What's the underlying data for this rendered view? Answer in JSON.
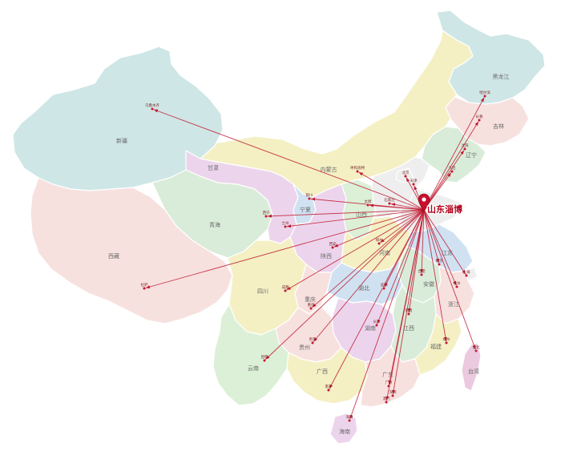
{
  "origin": {
    "id": "zibo",
    "label": "山东淄博"
  },
  "colors": {
    "route": "#c0182f",
    "city_dot": "#c0182f",
    "marker": "#c8102e",
    "border": "#ffffff",
    "yellow": "#f4f0c4",
    "teal": "#cfe6e6",
    "pink": "#f7e1df",
    "green": "#d9ecd9",
    "lavender": "#ecd5ec",
    "blue": "#d0e2f2",
    "mint": "#dcefd7",
    "taiwan": "#ebc9df"
  },
  "provinces": [
    {
      "id": "heilongjiang",
      "label": "黑龙江",
      "color": "teal"
    },
    {
      "id": "jilin",
      "label": "吉林",
      "color": "pink"
    },
    {
      "id": "liaoning",
      "label": "辽宁",
      "color": "green"
    },
    {
      "id": "xinjiang",
      "label": "新疆",
      "color": "teal"
    },
    {
      "id": "xizang",
      "label": "西藏",
      "color": "pink"
    },
    {
      "id": "gansu",
      "label": "甘肃",
      "color": "lavender"
    },
    {
      "id": "qinghai",
      "label": "青海",
      "color": "green"
    },
    {
      "id": "neimenggu",
      "label": "内蒙古",
      "color": "yellow"
    },
    {
      "id": "ningxia",
      "label": "宁夏",
      "color": "blue"
    },
    {
      "id": "shanxi",
      "label": "山西",
      "color": "mint"
    },
    {
      "id": "shaanxi",
      "label": "陕西",
      "color": "lavender"
    },
    {
      "id": "henan",
      "label": "河南",
      "color": "yellow"
    },
    {
      "id": "hubei",
      "label": "湖北",
      "color": "blue"
    },
    {
      "id": "anhui",
      "label": "安徽",
      "color": "green"
    },
    {
      "id": "jiangsu",
      "label": "江苏",
      "color": "blue"
    },
    {
      "id": "sichuan",
      "label": "四川",
      "color": "yellow"
    },
    {
      "id": "chongqing",
      "label": "重庆",
      "color": "pink"
    },
    {
      "id": "hunan",
      "label": "湖南",
      "color": "lavender"
    },
    {
      "id": "jiangxi",
      "label": "江西",
      "color": "green"
    },
    {
      "id": "zhejiang",
      "label": "浙江",
      "color": "pink"
    },
    {
      "id": "fujian",
      "label": "福建",
      "color": "yellow"
    },
    {
      "id": "yunnan",
      "label": "云南",
      "color": "mint"
    },
    {
      "id": "guizhou",
      "label": "贵州",
      "color": "pink"
    },
    {
      "id": "guangxi",
      "label": "广西",
      "color": "yellow"
    },
    {
      "id": "guangdong",
      "label": "广东",
      "color": "pink"
    },
    {
      "id": "hainan",
      "label": "海南",
      "color": "lavender"
    },
    {
      "id": "taiwan",
      "label": "台湾",
      "color": "taiwan"
    }
  ],
  "cities": [
    {
      "id": "haerbin",
      "label": "哈尔滨"
    },
    {
      "id": "changchun",
      "label": "长春"
    },
    {
      "id": "shenyang",
      "label": "沈阳"
    },
    {
      "id": "dalian",
      "label": "大连"
    },
    {
      "id": "wulumuqi",
      "label": "乌鲁木齐"
    },
    {
      "id": "lasa",
      "label": "拉萨"
    },
    {
      "id": "xining",
      "label": "西宁"
    },
    {
      "id": "lanzhou",
      "label": "兰州"
    },
    {
      "id": "yinchuan",
      "label": "银川"
    },
    {
      "id": "huhehaote",
      "label": "呼和浩特"
    },
    {
      "id": "beijing",
      "label": "北京"
    },
    {
      "id": "tianjin",
      "label": "天津"
    },
    {
      "id": "shijiazhuang",
      "label": "石家庄"
    },
    {
      "id": "taiyuan",
      "label": "太原"
    },
    {
      "id": "xian",
      "label": "西安"
    },
    {
      "id": "zhengzhou",
      "label": "郑州"
    },
    {
      "id": "chengdu",
      "label": "成都"
    },
    {
      "id": "chongqing-city",
      "label": "重庆"
    },
    {
      "id": "wuhan",
      "label": "武汉"
    },
    {
      "id": "hefei",
      "label": "合肥"
    },
    {
      "id": "nanjing",
      "label": "南京"
    },
    {
      "id": "shanghai",
      "label": "上海"
    },
    {
      "id": "hangzhou",
      "label": "杭州"
    },
    {
      "id": "changsha",
      "label": "长沙"
    },
    {
      "id": "nanchang",
      "label": "南昌"
    },
    {
      "id": "fuzhou",
      "label": "福州"
    },
    {
      "id": "taibei",
      "label": "台北"
    },
    {
      "id": "guiyang",
      "label": "贵阳"
    },
    {
      "id": "kunming",
      "label": "昆明"
    },
    {
      "id": "nanning",
      "label": "南宁"
    },
    {
      "id": "guangzhou",
      "label": "广州"
    },
    {
      "id": "shenzhen",
      "label": "深圳"
    },
    {
      "id": "aomen",
      "label": "澳门"
    },
    {
      "id": "haikou",
      "label": "海口"
    }
  ]
}
